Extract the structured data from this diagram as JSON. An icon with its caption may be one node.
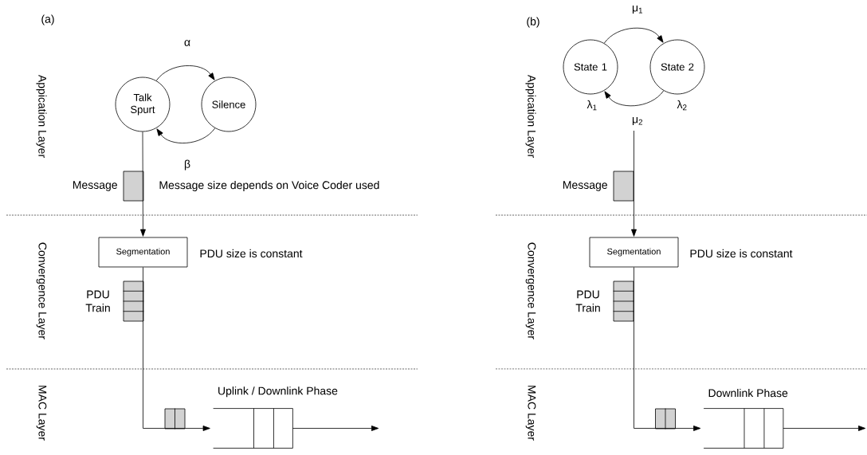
{
  "diagram": {
    "nodes": [
      {
        "text": [
          "Talk Spurt"
        ]
      },
      {
        "text": [
          "Silence"
        ]
      },
      {
        "text": [],
        "shape": "box",
        "beside": [
          "Message"
        ]
      },
      {
        "text": [
          "Segmentation"
        ]
      },
      {
        "text": [],
        "shape": "box",
        "beside": [
          "PDU Train"
        ]
      },
      {
        "text": [],
        "shape": "box"
      },
      {
        "text": [
          "Uplink / Downlink Phase"
        ]
      },
      {
        "text": [
          "State 1"
        ]
      },
      {
        "text": [
          "State 2"
        ]
      },
      {
        "text": [],
        "shape": "box",
        "beside": [
          "Message"
        ]
      },
      {
        "text": [
          "Segmentation"
        ]
      },
      {
        "text": [],
        "shape": "box",
        "beside": [
          "PDU Train"
        ]
      },
      {
        "text": [],
        "shape": "box"
      },
      {
        "text": [
          "Downlink Phase"
        ]
      }
    ],
    "edges": [
      {
        "from": 0,
        "to": 1,
        "arrow": "to",
        "label": "α"
      },
      {
        "from": 1,
        "to": 0,
        "arrow": "to",
        "label": "β"
      },
      {
        "from": 0,
        "to": 3,
        "arrow": "to"
      },
      {
        "from": 3,
        "to": 6,
        "arrow": "to"
      },
      {
        "from": 6,
        "to": null,
        "arrow": "to"
      },
      {
        "from": 7,
        "to": 8,
        "arrow": "to",
        "label": "μ$_{1}$"
      },
      {
        "from": 8,
        "to": 7,
        "arrow": "to",
        "label": "μ$_{2}$"
      },
      {
        "from": null,
        "to": 10,
        "arrow": "to"
      },
      {
        "from": 10,
        "to": 13,
        "arrow": "to"
      },
      {
        "from": 13,
        "to": null,
        "arrow": "to"
      }
    ],
    "labels": [
      "(a)",
      "Appication Layer",
      "Message size depends on Voice Coder used",
      "Convergence Layer",
      "PDU size is constant",
      "MAC Layer",
      "(b)",
      "Appication Layer",
      "λ$_{1}$",
      "λ$_{2}$",
      "Convergence Layer",
      "PDU size is constant",
      "MAC Layer"
    ]
  }
}
